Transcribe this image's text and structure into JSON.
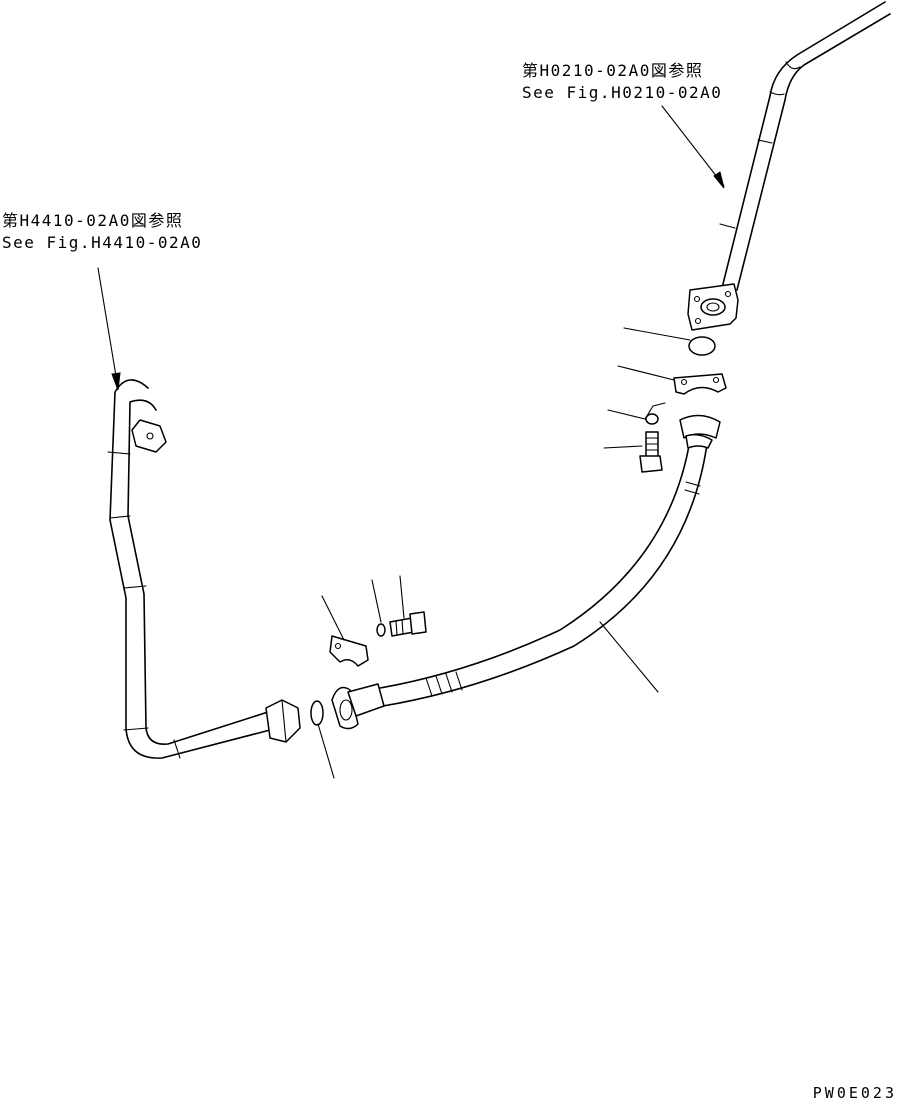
{
  "references": {
    "upper_right": {
      "line_jp": "第H0210-02A0図参照",
      "line_en": "See Fig.H0210-02A0"
    },
    "upper_left": {
      "line_jp": "第H4410-02A0図参照",
      "line_en": "See Fig.H4410-02A0"
    }
  },
  "drawing_code": "PW0E023"
}
